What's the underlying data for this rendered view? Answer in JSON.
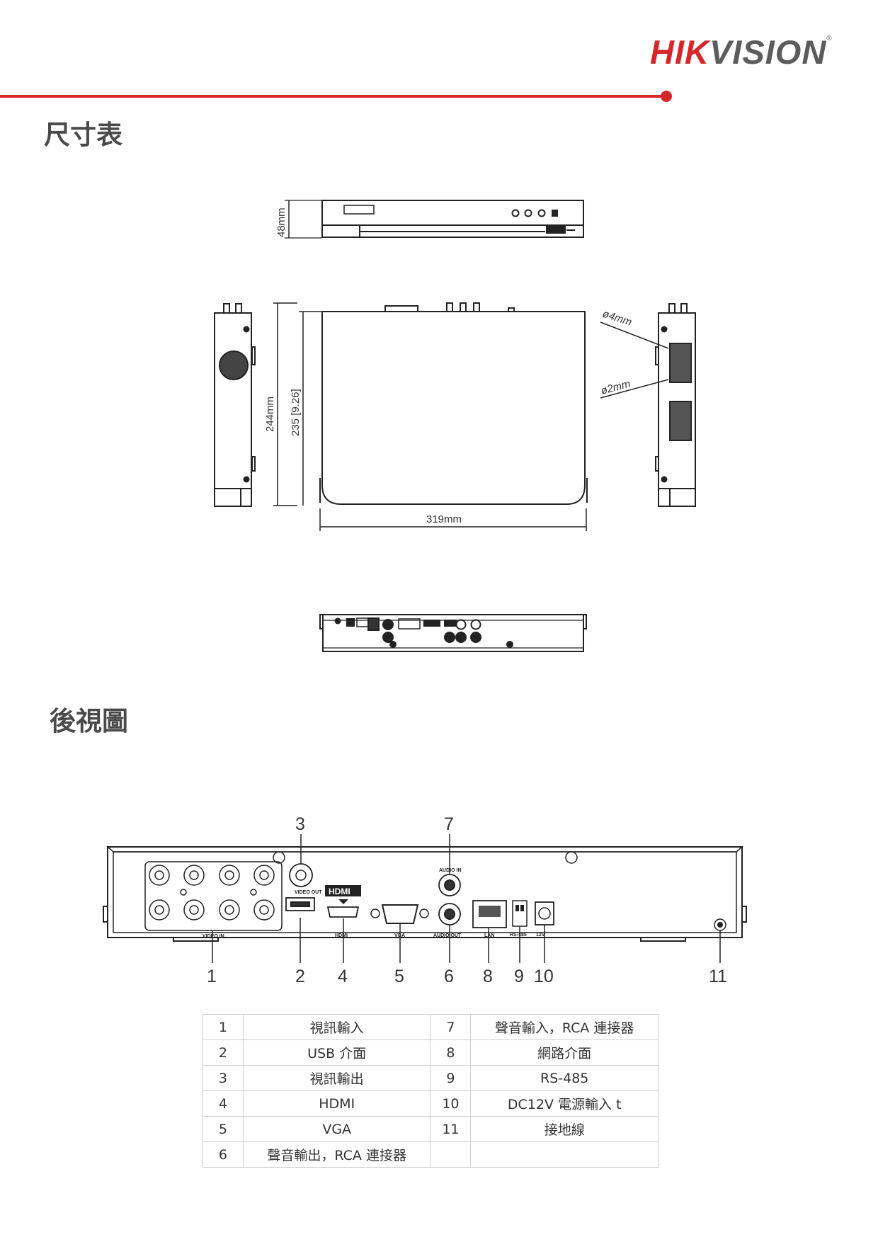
{
  "brand": {
    "name_red": "HIK",
    "name_gray": "VISION",
    "registered": "®"
  },
  "sections": {
    "dimensions_title": "尺寸表",
    "rear_view_title": "後視圖"
  },
  "dimensions": {
    "height": "48mm",
    "depth_outer": "244mm",
    "depth_inner": "235 [9.26]",
    "width": "319mm",
    "hole_large": "ø4mm",
    "hole_small": "ø2mm"
  },
  "rear_panel_labels": {
    "video_in": "VIDEO IN",
    "video_out": "VIDEO OUT",
    "hdmi_badge": "HDMI",
    "hdmi": "HDMI",
    "vga": "VGA",
    "audio_in": "AUDIO IN",
    "audio_out": "AUDIO OUT",
    "lan": "LAN",
    "rs485": "RS-485",
    "power": "12V"
  },
  "callouts": [
    "1",
    "2",
    "3",
    "4",
    "5",
    "6",
    "7",
    "8",
    "9",
    "10",
    "11"
  ],
  "port_table": [
    {
      "left_num": "1",
      "left_desc": "視訊輸入",
      "right_num": "7",
      "right_desc": "聲音輸入，RCA 連接器"
    },
    {
      "left_num": "2",
      "left_desc": "USB 介面",
      "right_num": "8",
      "right_desc": "網路介面"
    },
    {
      "left_num": "3",
      "left_desc": "視訊輸出",
      "right_num": "9",
      "right_desc": "RS-485"
    },
    {
      "left_num": "4",
      "left_desc": "HDMI",
      "right_num": "10",
      "right_desc": "DC12V 電源輸入 t"
    },
    {
      "left_num": "5",
      "left_desc": "VGA",
      "right_num": "11",
      "right_desc": "接地線"
    },
    {
      "left_num": "6",
      "left_desc": "聲音輸出，RCA 連接器",
      "right_num": "",
      "right_desc": ""
    }
  ]
}
